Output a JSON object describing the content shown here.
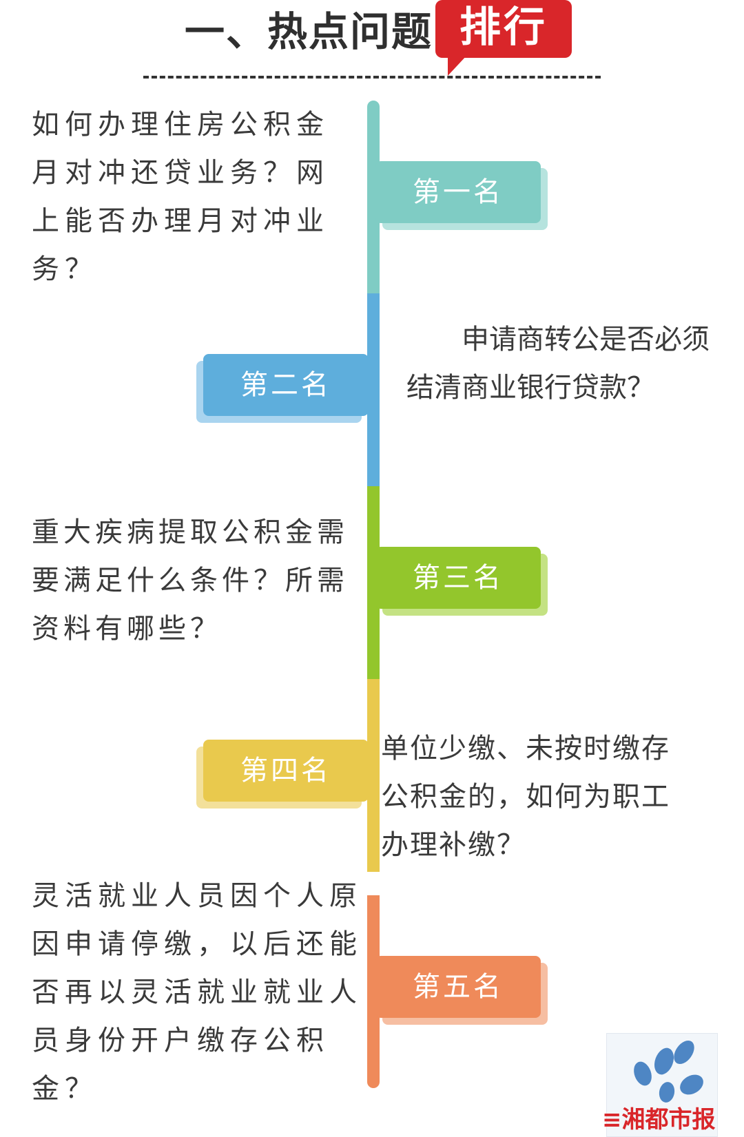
{
  "header": {
    "title": "一、热点问题",
    "badge": "排行"
  },
  "ranking": [
    {
      "rank": "第一名",
      "question": "如何办理住房公积金月对冲还贷业务？网上能否办理月对冲业务？"
    },
    {
      "rank": "第二名",
      "question": "申请商转公是否必须结清商业银行贷款？"
    },
    {
      "rank": "第三名",
      "question": "重大疾病提取公积金需要满足什么条件？所需资料有哪些？"
    },
    {
      "rank": "第四名",
      "question": "单位少缴、未按时缴存公积金的，如何为职工办理补缴？"
    },
    {
      "rank": "第五名",
      "question": "灵活就业人员因个人原因申请停缴，以后还能否再以灵活就业就业人员身份开户缴存公积金？"
    }
  ],
  "watermark": {
    "text": "湘都市报"
  },
  "colors": {
    "rank1": "#7fccc4",
    "rank2": "#5eaedc",
    "rank3": "#93c62c",
    "rank4": "#e9c94d",
    "rank5": "#ef8a5a",
    "badge": "#d9262a"
  }
}
